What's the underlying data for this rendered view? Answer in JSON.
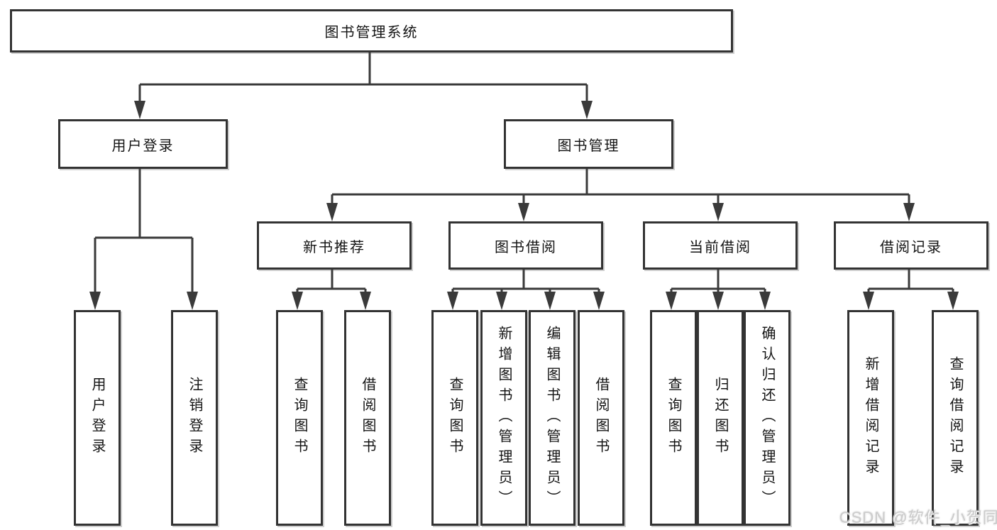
{
  "title": "图书管理系统",
  "tree": {
    "user_login": {
      "label": "用户登录",
      "children": [
        {
          "label": "用户登录"
        },
        {
          "label": "注销登录"
        }
      ]
    },
    "book_management": {
      "label": "图书管理",
      "children": [
        {
          "label": "新书推荐",
          "children": [
            {
              "label": "查询图书"
            },
            {
              "label": "借阅图书"
            }
          ]
        },
        {
          "label": "图书借阅",
          "children": [
            {
              "label": "查询图书"
            },
            {
              "label": "新增图书（管理员）"
            },
            {
              "label": "编辑图书（管理员）"
            },
            {
              "label": "借阅图书"
            }
          ]
        },
        {
          "label": "当前借阅",
          "children": [
            {
              "label": "查询图书"
            },
            {
              "label": "归还图书"
            },
            {
              "label": "确认归还（管理员）"
            }
          ]
        },
        {
          "label": "借阅记录",
          "children": [
            {
              "label": "新增借阅记录"
            },
            {
              "label": "查询借阅记录"
            }
          ]
        }
      ]
    }
  },
  "watermark": "CSDN @软件_小贺同学",
  "colors": {
    "line": "#3a3a3a",
    "box_border": "#333333",
    "text": "#141414",
    "background": "#ffffff",
    "watermark": "#cccccc"
  }
}
